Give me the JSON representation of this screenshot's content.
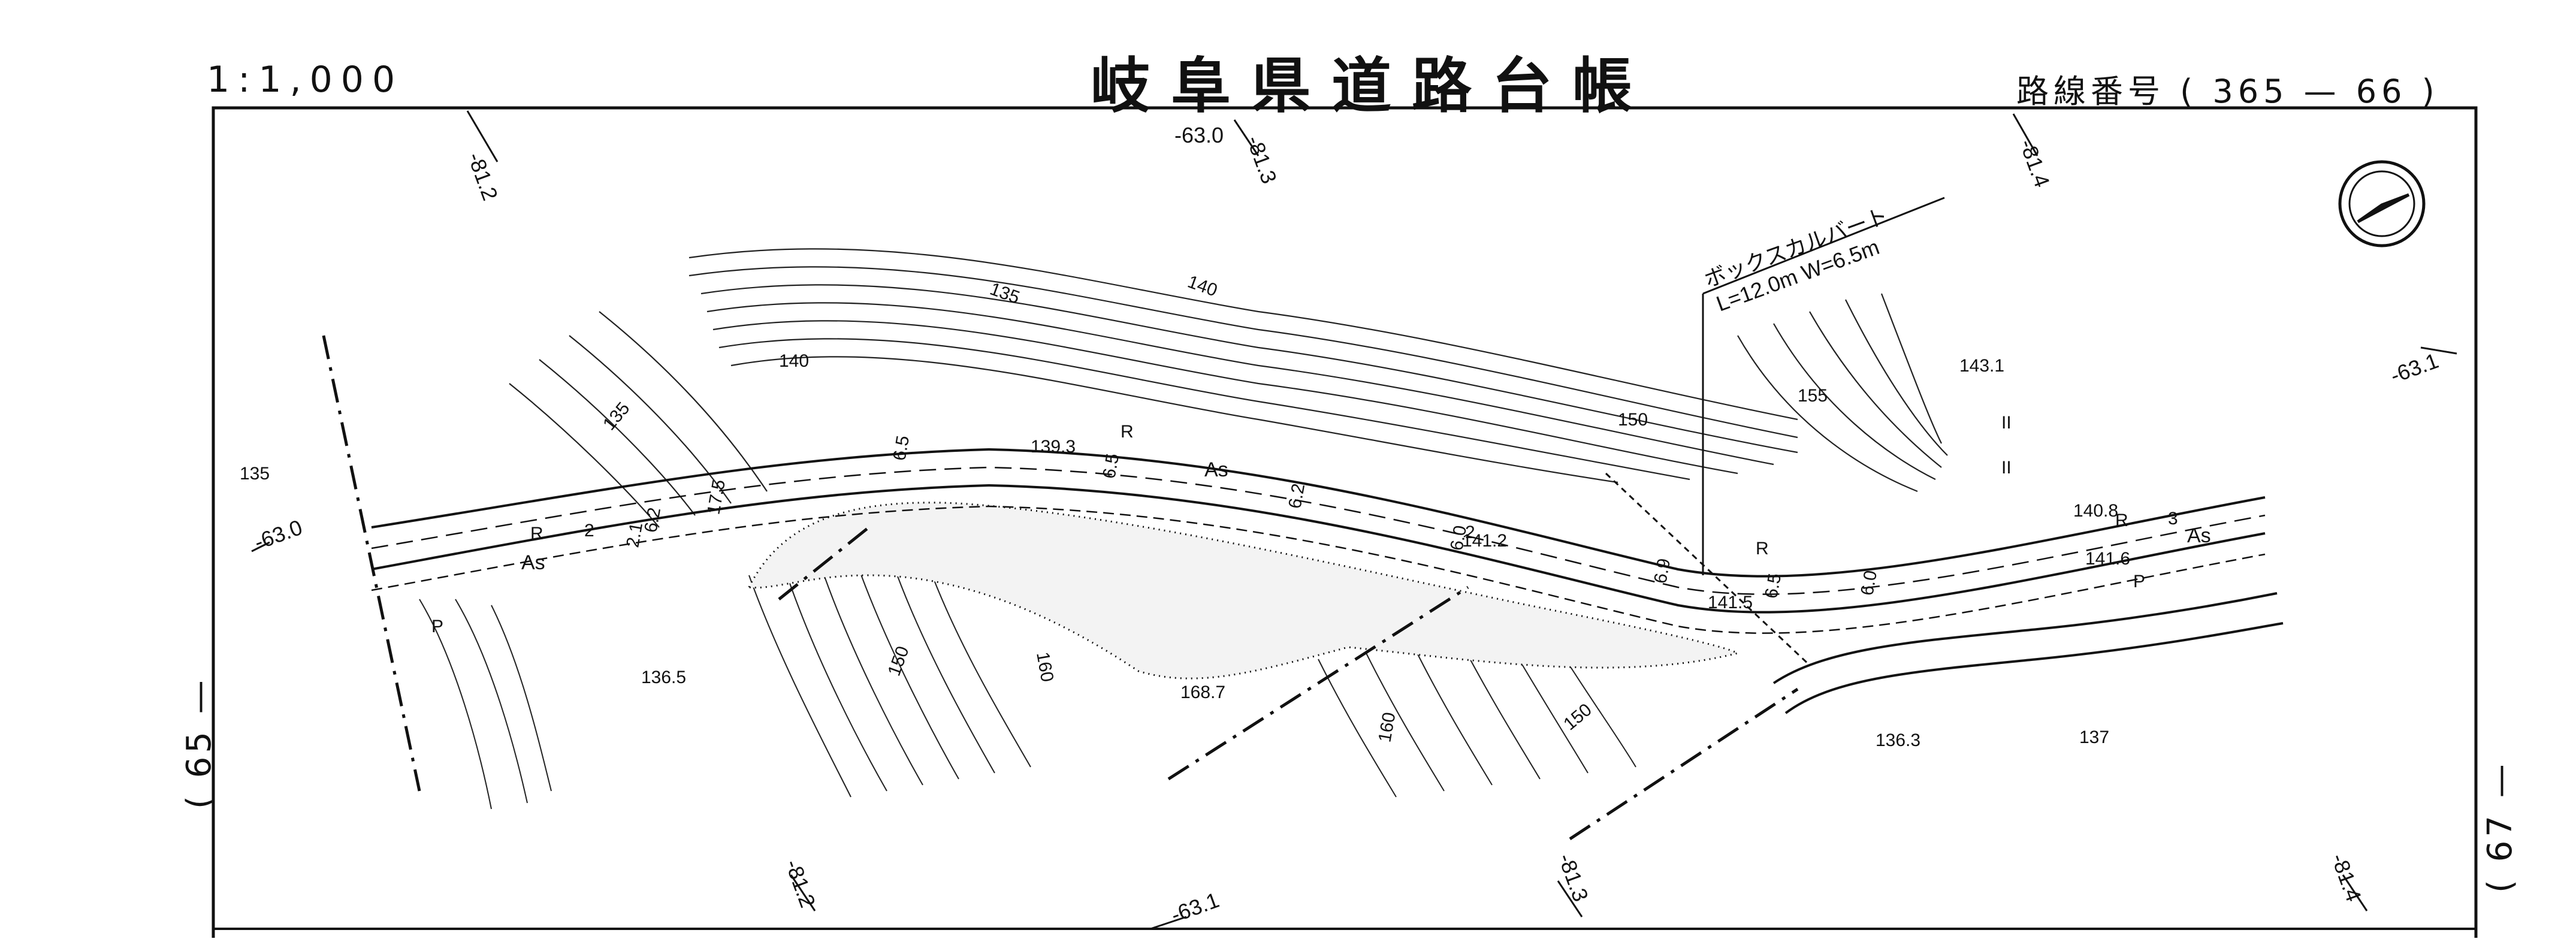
{
  "header": {
    "scale": "1:1,000",
    "title": "岐阜県道路台帳",
    "route_number": "路線番号 ( 365 — 66 )"
  },
  "sheet_refs": {
    "left": "( 65 —",
    "right": "( 67 —"
  },
  "grid_labels": {
    "top_812": "-81.2",
    "top_630": "-63.0",
    "top_813": "-81.3",
    "top_814": "-81.4",
    "right_631": "-63.1",
    "left_630": "-63.0",
    "bottom_812": "-81.2",
    "bottom_631": "-63.1",
    "bottom_813": "-81.3",
    "bottom_814": "-81.4"
  },
  "culvert_note": {
    "line1": "ボックスカルバート",
    "line2": "L=12.0m  W=6.5m"
  },
  "elevations": {
    "e135a": "135",
    "e140a": "140",
    "e135b": "135",
    "e140b": "140",
    "e135c": "135",
    "e155": "155",
    "e150a": "150",
    "e1431": "143.1",
    "e1393": "139.3",
    "e1412": "141.2",
    "e1408": "140.8",
    "e1416": "141.6",
    "e1415": "141.5",
    "e1365": "136.5",
    "e150b": "150",
    "e160a": "160",
    "e1687": "168.7",
    "e160b": "160",
    "e150c": "150",
    "e1363": "136.3",
    "e137": "137"
  },
  "road_marks": {
    "r1": "R",
    "r2": "R",
    "r3": "R",
    "r4": "R",
    "as1": "As",
    "as2": "As",
    "as3": "As",
    "p1": "P",
    "p2": "P",
    "w65a": "6.5",
    "w65b": "6.5",
    "w62a": "6.2",
    "w62b": "6.2",
    "w60a": "6.0",
    "w60b": "6.0",
    "w175": "17.5",
    "w21": "2.1",
    "n2a": "2",
    "n2b": "2",
    "n3": "3",
    "w69": "6.9",
    "w65c": "6.5",
    "ii1": "II",
    "ii2": "II"
  },
  "north_arrow": "north-arrow"
}
